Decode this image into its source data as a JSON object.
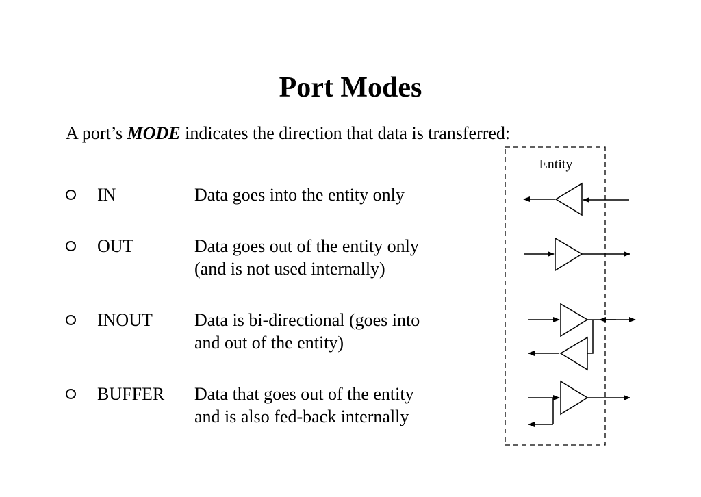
{
  "title": "Port Modes",
  "intro": {
    "before": "A port’s ",
    "emphasis": "MODE",
    "after": " indicates the direction that data is transferred:"
  },
  "modes": [
    {
      "name": "IN",
      "desc_line1": "Data goes into the entity only",
      "desc_line2": ""
    },
    {
      "name": "OUT",
      "desc_line1": "Data goes out of the entity only",
      "desc_line2": "(and is not used internally)"
    },
    {
      "name": "INOUT",
      "desc_line1": "Data is bi-directional (goes into",
      "desc_line2": "and out of the entity)"
    },
    {
      "name": "BUFFER",
      "desc_line1": "Data that goes out of the entity",
      "desc_line2": "and is also fed-back internally"
    }
  ],
  "diagram": {
    "entity_label": "Entity"
  }
}
